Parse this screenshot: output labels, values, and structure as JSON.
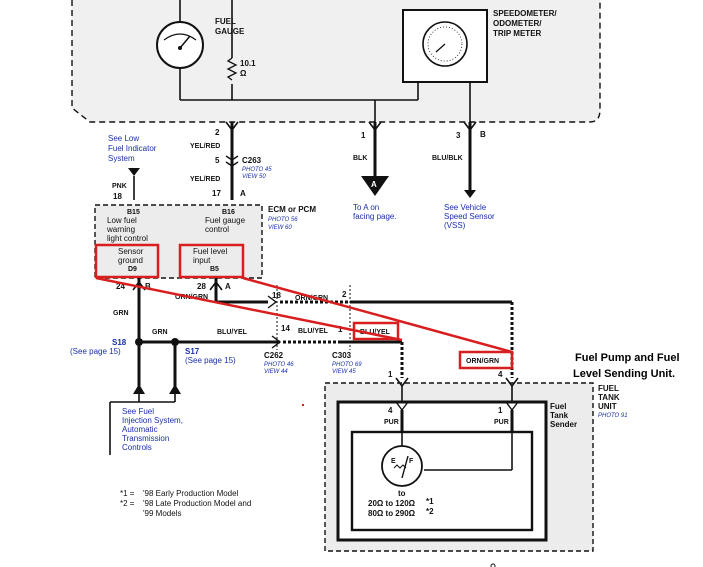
{
  "gauge_cluster": {
    "fuel_gauge_line1": "FUEL",
    "fuel_gauge_line2": "GAUGE",
    "resistor_value": "10.1",
    "resistor_unit": "Ω",
    "speedo_line1": "SPEEDOMETER/",
    "speedo_line2": "ODOMETER/",
    "speedo_line3": "TRIP METER"
  },
  "left_wires": {
    "pin_2": "2",
    "wire_yel_red_1": "YEL/RED",
    "pin_5": "5",
    "connector_c263": "C263",
    "c263_photo": "PHOTO 45",
    "c263_view": "VIEW 50",
    "wire_yel_red_2": "YEL/RED",
    "pin_17": "17",
    "letter_a_top": "A",
    "low_fuel_ref_1": "See Low",
    "low_fuel_ref_2": "Fuel Indicator",
    "low_fuel_ref_3": "System",
    "wire_pnk": "PNK",
    "pin_18_top": "18"
  },
  "right_wires": {
    "pin_1": "1",
    "pin_3": "3",
    "letter_b": "B",
    "wire_blk": "BLK",
    "wire_blu_blk": "BLU/BLK",
    "arrow_a_letter": "A",
    "to_a_1": "To A on",
    "to_a_2": "facing page.",
    "vss_1": "See Vehicle",
    "vss_2": "Speed Sensor",
    "vss_3": "(VSS)"
  },
  "ecm": {
    "title": "ECM or PCM",
    "photo": "PHOTO 56",
    "view": "VIEW 60",
    "b15": "B15",
    "b16": "B16",
    "low_fuel_1": "Low fuel",
    "low_fuel_2": "warning",
    "low_fuel_3": "light control",
    "fuel_gauge_ctl_1": "Fuel gauge",
    "fuel_gauge_ctl_2": "control",
    "sensor_ground_1": "Sensor",
    "sensor_ground_2": "ground",
    "d9": "D9",
    "fuel_level_1": "Fuel level",
    "fuel_level_2": "input",
    "b5": "B5"
  },
  "lower_wires": {
    "pin_24": "24",
    "letter_b_low": "B",
    "pin_28": "28",
    "letter_a_low": "A",
    "wire_orn_grn_1": "ORN/GRN",
    "pin_18_low": "18",
    "wire_orn_grn_2": "ORN/GRN",
    "pin_2_low": "2",
    "wire_grn_1": "GRN",
    "wire_grn_2": "GRN",
    "wire_blu_yel_1": "BLU/YEL",
    "pin_14": "14",
    "wire_blu_yel_2": "BLU/YEL",
    "pin_1_c303": "1",
    "boxed_blu_yel": "BLU/YEL",
    "s18": "S18",
    "s18_ref": "(See page 15)",
    "s17": "S17",
    "s17_ref": "(See page 15)",
    "c262": "C262",
    "c262_photo": "PHOTO 46",
    "c262_view": "VIEW 44",
    "c303": "C303",
    "c303_photo": "PHOTO 69",
    "c303_view": "VIEW 45",
    "boxed_orn_grn": "ORN/GRN",
    "fi_ref_1": "See Fuel",
    "fi_ref_2": "Injection System,",
    "fi_ref_3": "Automatic",
    "fi_ref_4": "Transmission",
    "fi_ref_5": "Controls"
  },
  "pump_title_line1": "Fuel Pump and Fuel",
  "pump_title_line2": "Level Sending Unit.",
  "fuel_tank": {
    "unit_1": "FUEL",
    "unit_2": "TANK",
    "unit_3": "UNIT",
    "photo": "PHOTO 91",
    "sender_1": "Fuel",
    "sender_2": "Tank",
    "sender_3": "Sender",
    "pin_1_left": "1",
    "pin_4_right": "4",
    "pin_4_inner": "4",
    "pur_left": "PUR",
    "pin_1_inner": "1",
    "pur_right": "PUR",
    "gauge_e": "E",
    "gauge_f": "F",
    "to_label": "to",
    "range_1": "20Ω to 120Ω",
    "range_2": "80Ω to 290Ω",
    "range_note_1": "*1",
    "range_note_2": "*2"
  },
  "footnotes": {
    "fn1_key": "*1 =",
    "fn1_text": "'98 Early Production Model",
    "fn2_key": "*2 =",
    "fn2_text": "'98 Late Production Model and",
    "fn2_text2": "'99 Models"
  }
}
